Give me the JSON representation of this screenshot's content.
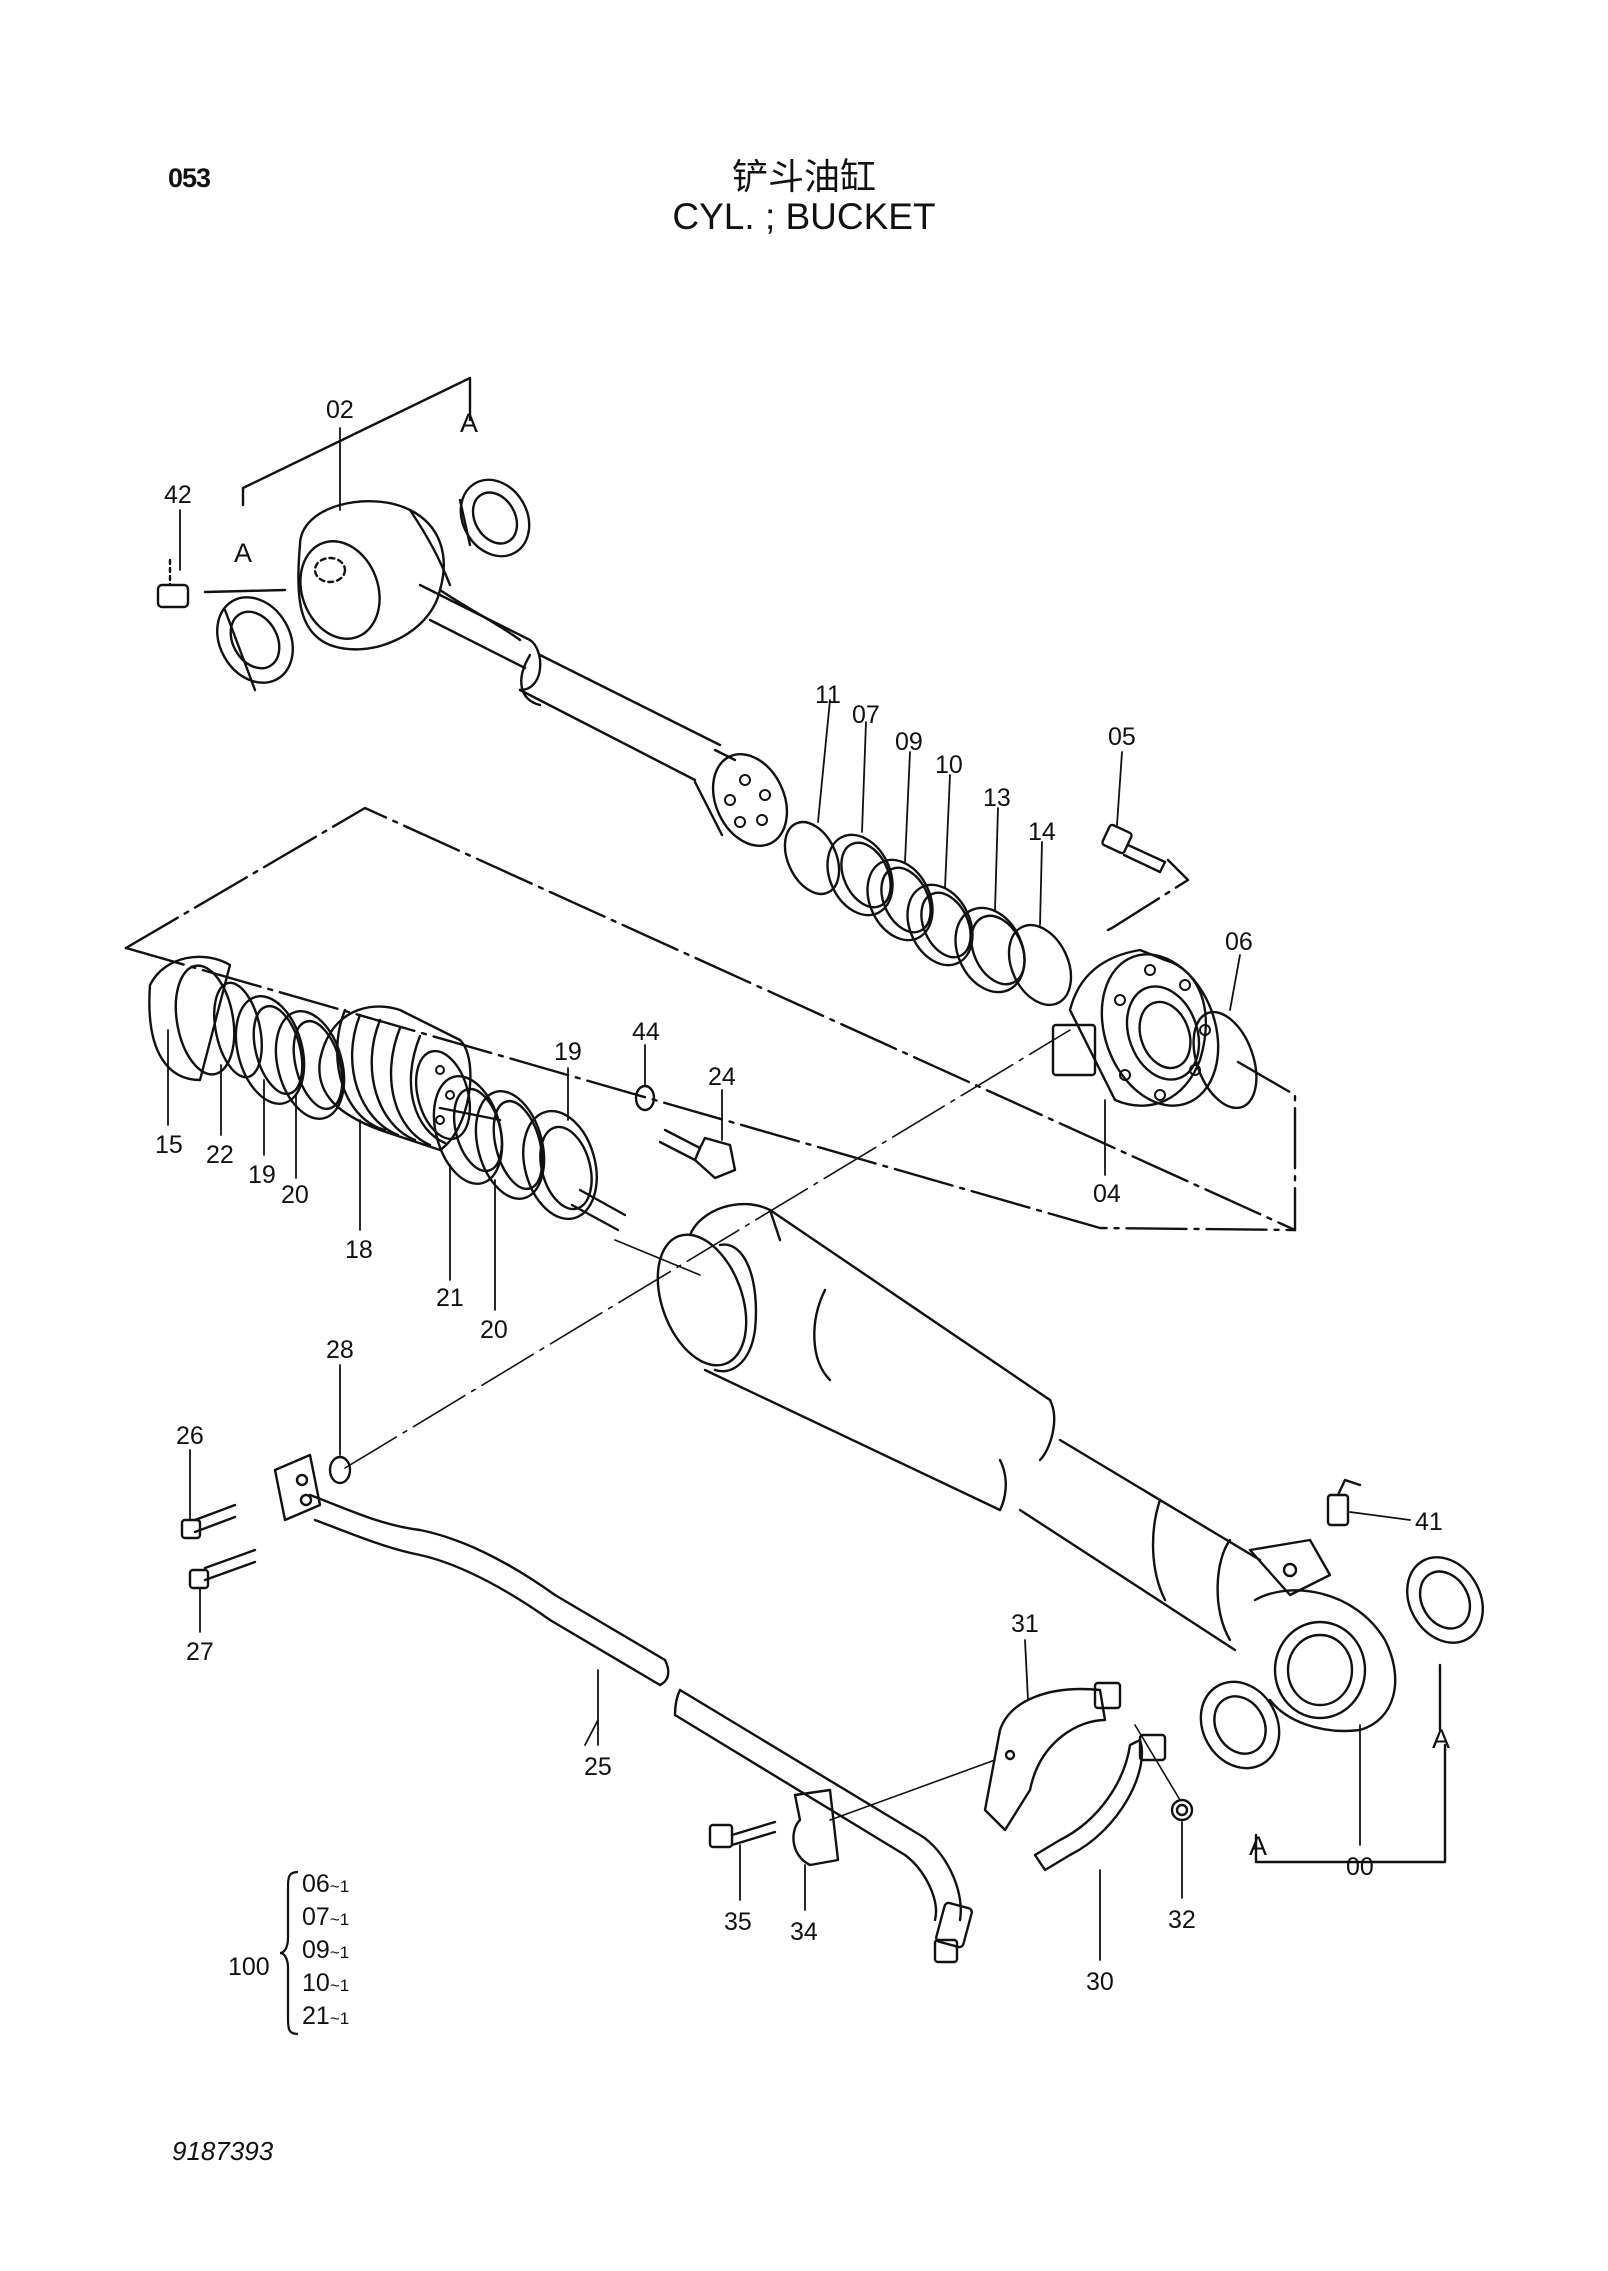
{
  "page_code": "053",
  "title_cn": "铲斗油缸",
  "title_en": "CYL. ; BUCKET",
  "drawing_number": "9187393",
  "reference_mark": "A",
  "callouts": [
    {
      "id": "c02",
      "label": "02"
    },
    {
      "id": "c42",
      "label": "42"
    },
    {
      "id": "c11",
      "label": "11"
    },
    {
      "id": "c07",
      "label": "07"
    },
    {
      "id": "c09",
      "label": "09"
    },
    {
      "id": "c10",
      "label": "10"
    },
    {
      "id": "c13",
      "label": "13"
    },
    {
      "id": "c14",
      "label": "14"
    },
    {
      "id": "c05",
      "label": "05"
    },
    {
      "id": "c06",
      "label": "06"
    },
    {
      "id": "c04",
      "label": "04"
    },
    {
      "id": "c15",
      "label": "15"
    },
    {
      "id": "c22",
      "label": "22"
    },
    {
      "id": "c19a",
      "label": "19"
    },
    {
      "id": "c20a",
      "label": "20"
    },
    {
      "id": "c18",
      "label": "18"
    },
    {
      "id": "c21",
      "label": "21"
    },
    {
      "id": "c20b",
      "label": "20"
    },
    {
      "id": "c19b",
      "label": "19"
    },
    {
      "id": "c44",
      "label": "44"
    },
    {
      "id": "c24",
      "label": "24"
    },
    {
      "id": "c28",
      "label": "28"
    },
    {
      "id": "c26",
      "label": "26"
    },
    {
      "id": "c27",
      "label": "27"
    },
    {
      "id": "c41",
      "label": "41"
    },
    {
      "id": "c31",
      "label": "31"
    },
    {
      "id": "c25",
      "label": "25"
    },
    {
      "id": "c35",
      "label": "35"
    },
    {
      "id": "c34",
      "label": "34"
    },
    {
      "id": "c30",
      "label": "30"
    },
    {
      "id": "c32",
      "label": "32"
    },
    {
      "id": "c00",
      "label": "00"
    }
  ],
  "seal_kit": {
    "label": "100",
    "items": [
      {
        "part": "06",
        "qty": "~1"
      },
      {
        "part": "07",
        "qty": "~1"
      },
      {
        "part": "09",
        "qty": "~1"
      },
      {
        "part": "10",
        "qty": "~1"
      },
      {
        "part": "21",
        "qty": "~1"
      }
    ]
  }
}
